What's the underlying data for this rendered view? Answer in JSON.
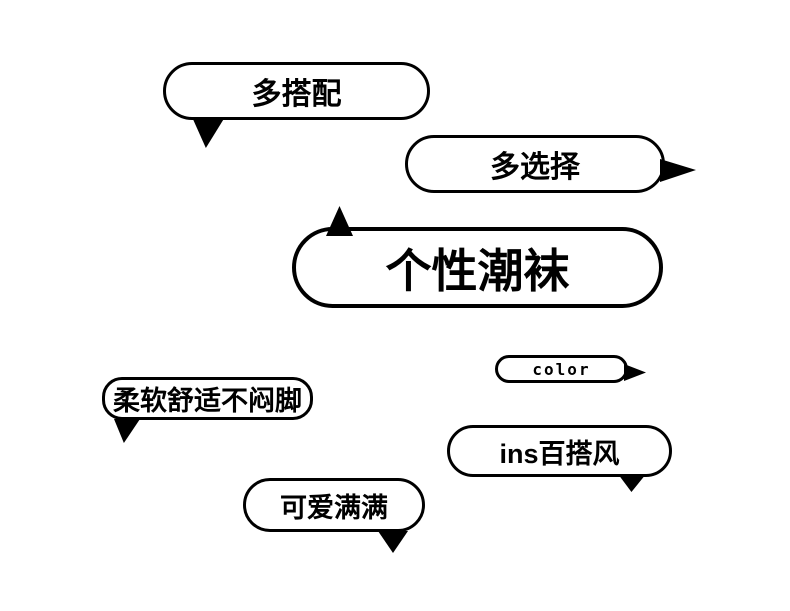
{
  "colors": {
    "background": "#ffffff",
    "bubble_fill": "#ffffff",
    "bubble_border": "#000000",
    "text": "#000000"
  },
  "bubbles": [
    {
      "label": "多搭配",
      "tail_direction": "down"
    },
    {
      "label": "多选择",
      "tail_direction": "right"
    },
    {
      "label": "个性潮袜",
      "tail_direction": "up"
    },
    {
      "label": "color",
      "tail_direction": "right"
    },
    {
      "label": "柔软舒适不闷脚",
      "tail_direction": "down"
    },
    {
      "label": "ins百搭风",
      "tail_direction": "down"
    },
    {
      "label": "可爱满满",
      "tail_direction": "down"
    }
  ]
}
